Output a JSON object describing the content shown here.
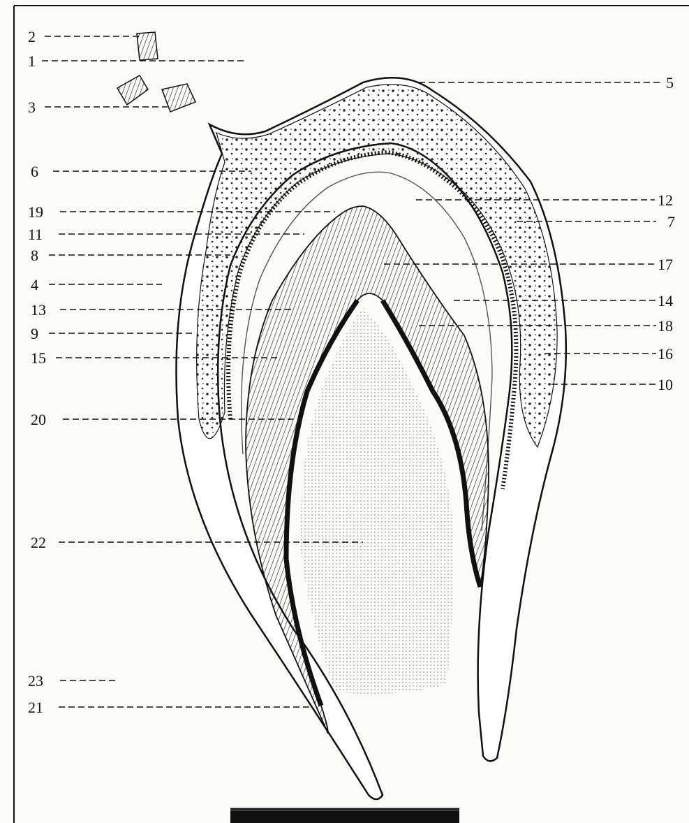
{
  "diagram": {
    "labels_left": [
      "2",
      "1",
      "3",
      "6",
      "19",
      "11",
      "8",
      "4",
      "13",
      "9",
      "15",
      "20",
      "22",
      "23",
      "21"
    ],
    "labels_right": [
      "5",
      "12",
      "7",
      "17",
      "14",
      "18",
      "16",
      "10"
    ]
  },
  "colors": {
    "ink": "#111111",
    "paper": "#fbfbf8",
    "stipple": "#2a2a2a"
  }
}
